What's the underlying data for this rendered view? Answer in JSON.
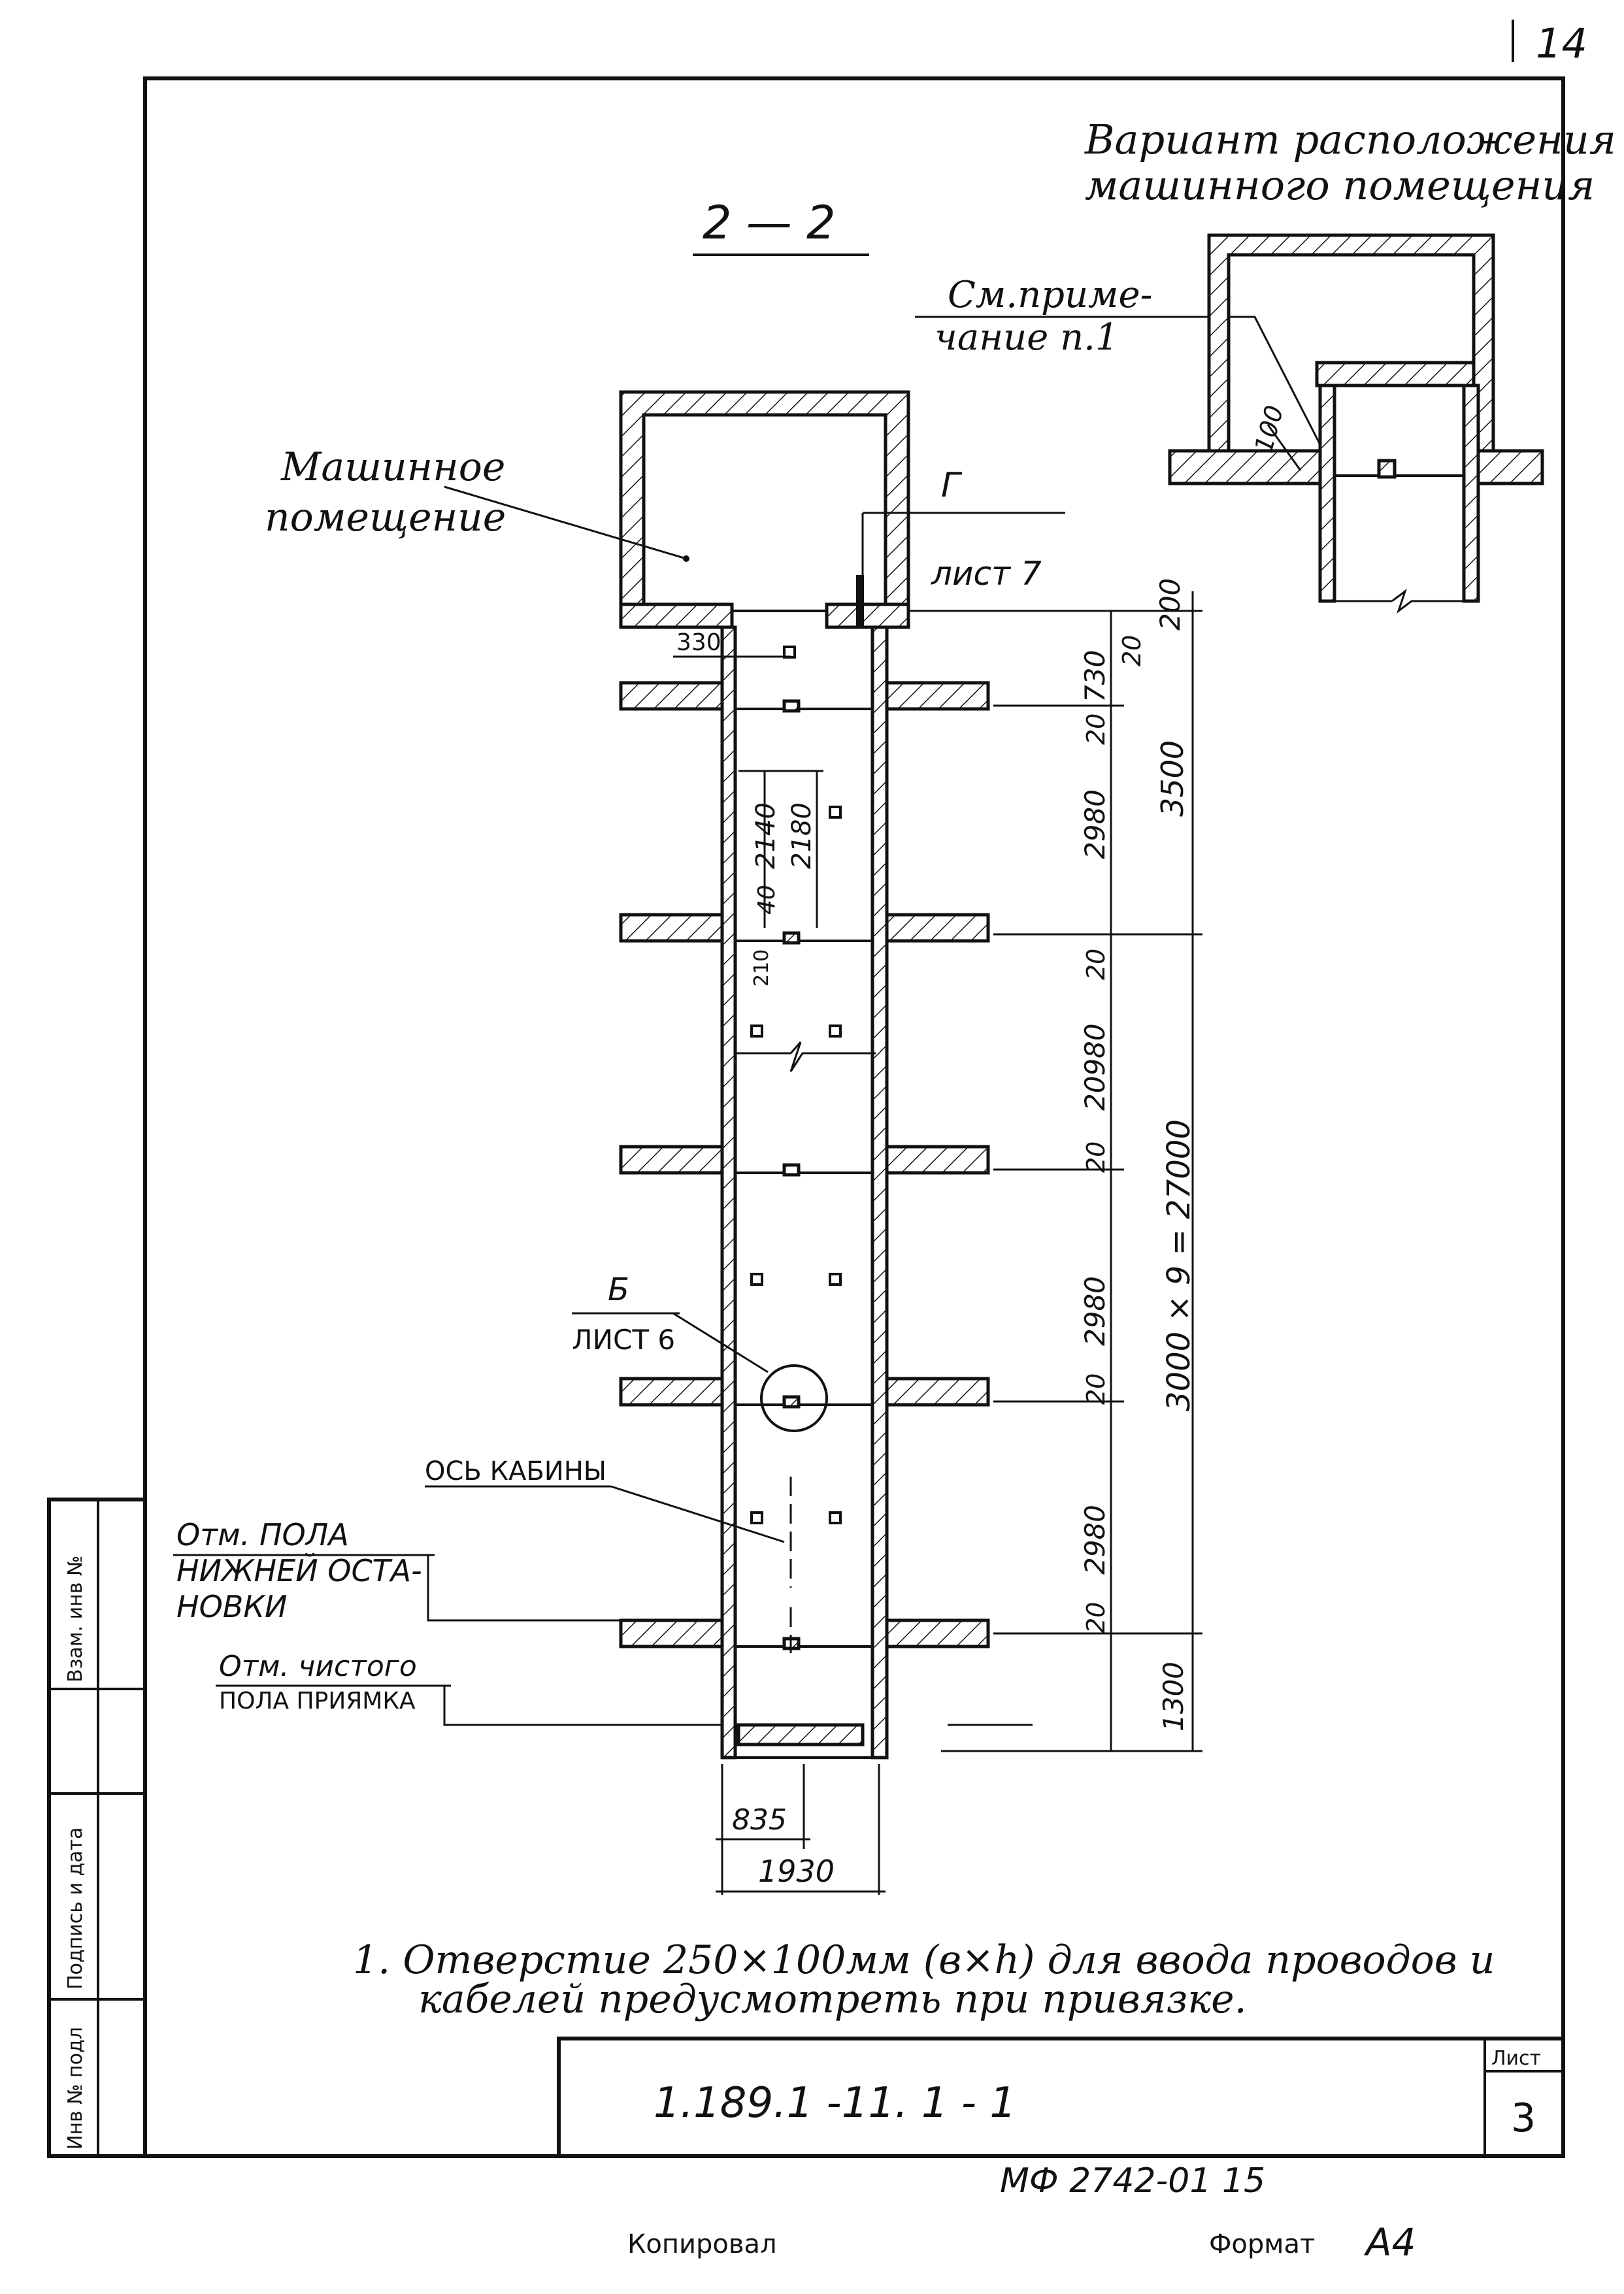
{
  "page_number": "14",
  "section_label": "2 — 2",
  "variant_title_line1": "Вариант расположения",
  "variant_title_line2": "машинного помещения",
  "note_ref_line1": "См.приме-",
  "note_ref_line2": "чание п.1",
  "inset_dim": "100",
  "machine_room_line1": "Машинное",
  "machine_room_line2": "помещение",
  "callout_g": "Г",
  "callout_g_sheet": "лист 7",
  "callout_b": "Б",
  "callout_b_sheet": "ЛИСТ 6",
  "cab_axis_label": "ОСЬ КАБИНЫ",
  "bottom_stop_line1": "Отм. ПОЛА",
  "bottom_stop_line2": "НИЖНЕЙ ОСТА-",
  "bottom_stop_line3": "НОВКИ",
  "pit_floor_line1": "Отм. чистого",
  "pit_floor_line2": "ПОЛА ПРИЯМКА",
  "dims": {
    "d200": "200",
    "d330": "330",
    "d20_top": "20",
    "d730": "730",
    "d20_a": "20",
    "d3500": "3500",
    "d2980_a": "2980",
    "d2140": "2140",
    "d2180": "2180",
    "d40": "40",
    "d210": "210",
    "d20_b": "20",
    "d20980": "20980",
    "d20_c": "20",
    "d2980_b": "2980",
    "d20_d": "20",
    "d2980_c": "2980",
    "d20_e": "20",
    "d1300": "1300",
    "d_total": "3000 × 9 = 27000",
    "d835": "835",
    "d1930": "1930"
  },
  "note_line1": "1. Отверстие 250×100мм (в×h) для ввода проводов и",
  "note_line2": "кабелей предусмотреть при привязке.",
  "doc_code": "1.189.1 -11. 1 - 1",
  "sheet_label": "Лист",
  "sheet_number": "3",
  "archive_code": "МФ 2742-01   15",
  "copied_label": "Копировал",
  "format_label": "Формат",
  "format_value": "А4",
  "side_stamp": {
    "inv_orig": "Инв № подл",
    "sign_date": "Подпись и дата",
    "replaced_inv": "Взам. инв №"
  }
}
